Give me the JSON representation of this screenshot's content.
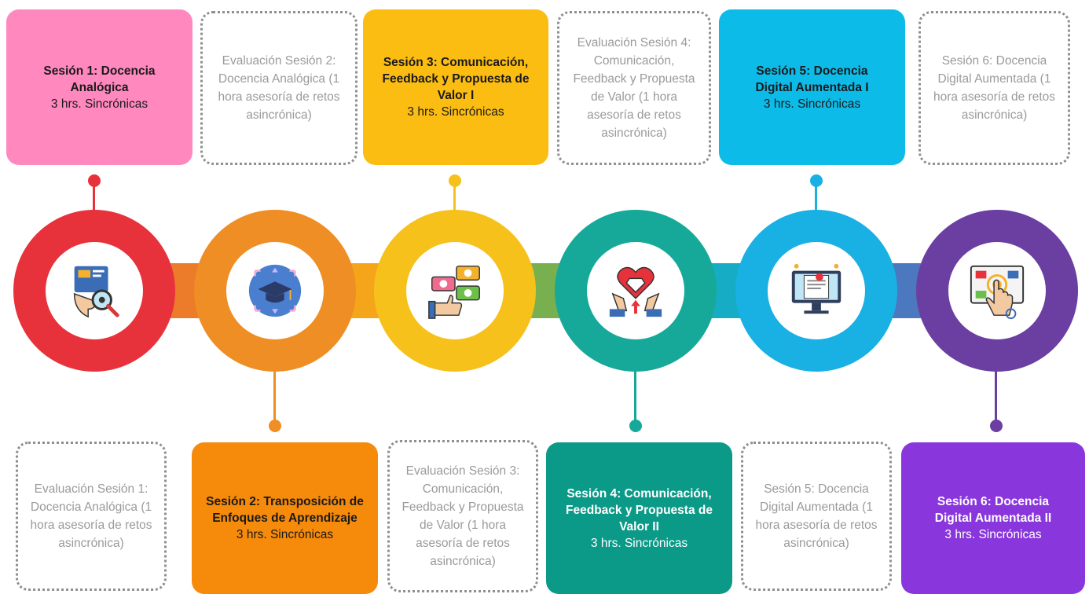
{
  "colors": {
    "pink": "#ff88be",
    "red": "#e7323c",
    "orange": "#f58a0b",
    "orange_ring": "#ee8e24",
    "yellow": "#fcbd13",
    "yellow_ring": "#f7c11b",
    "teal": "#0b9a87",
    "teal_ring": "#16a999",
    "cyan": "#0dbbe9",
    "cyan_ring": "#19b0e4",
    "purple": "#8a36dd",
    "purple_ring": "#6b3fa1"
  },
  "sessions": [
    {
      "title": "Sesión 1: Docencia Analógica",
      "sub": "3 hrs. Sincrónicas"
    },
    {
      "title": "Sesión 2: Transposición de Enfoques de Aprendizaje",
      "sub": "3 hrs. Sincrónicas"
    },
    {
      "title": "Sesión 3: Comunicación, Feedback y Propuesta de Valor I",
      "sub": "3 hrs. Sincrónicas"
    },
    {
      "title": "Sesión 4: Comunicación, Feedback y Propuesta de Valor II",
      "sub": "3 hrs. Sincrónicas"
    },
    {
      "title": "Sesión 5: Docencia Digital Aumentada I",
      "sub": "3 hrs. Sincrónicas"
    },
    {
      "title": "Sesión 6: Docencia Digital Aumentada II",
      "sub": "3 hrs. Sincrónicas"
    }
  ],
  "evaluations": [
    {
      "text": "Evaluación Sesión 1: Docencia Analógica (1 hora asesoría de retos asincrónica)"
    },
    {
      "text": "Evaluación Sesión 2: Docencia Analógica (1 hora asesoría de retos asincrónica)"
    },
    {
      "text": "Evaluación Sesión 3: Comunicación, Feedback y Propuesta de Valor (1 hora asesoría de retos asincrónica)"
    },
    {
      "text": "Evaluación Sesión 4: Comunicación, Feedback y Propuesta de Valor (1 hora asesoría de retos asincrónica)"
    },
    {
      "text": "Sesión 5: Docencia Digital Aumentada (1 hora asesoría de retos asincrónica)"
    },
    {
      "text": "Sesión 6: Docencia Digital Aumentada (1 hora asesoría de retos asincrónica)"
    }
  ],
  "icons": [
    "analog-teaching-icon",
    "graduation-cap-icon",
    "chat-feedback-icon",
    "heart-diamond-hands-icon",
    "digital-monitor-icon",
    "touch-screen-icon"
  ]
}
